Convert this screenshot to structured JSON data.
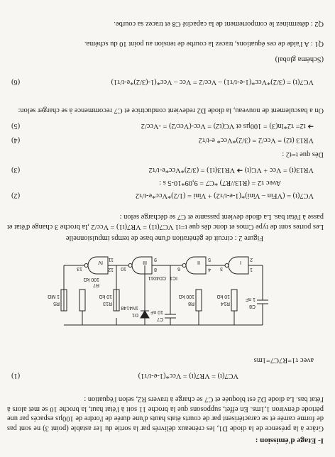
{
  "section": {
    "heading": "I-    Etage d'émission :",
    "intro": "Grâce à la présence de la diode D1, les créneaux délivrés par la sortie du 1er astable (point 3) ne sont pas de forme carrée et se caractérisent par de courts états hauts d'une durée de l'ordre de 100µs espacés par une période d'environ 1,1ms. En effet, supposons que la broche 11 soit à l'état haut, la broche 10 se met alors à l'état bas. La diode D2 est bloquée et C7 se charge à travers R2, selon l'équation :"
  },
  "equations": {
    "eq1": "VC7(t) = VR7(t) = Vcc*(1-e-t/τ1)",
    "eq1_num": "(1)",
    "tau_note": "avec  τ1=R7C7=1ms",
    "eq2": "VC7(t) = (VFin – Vini)*(1-e-t/τ2) + Vini  = (1/2)*Vcc*e-t/τ2",
    "eq2_num": "(2)",
    "tau2": "Avec τ2 = (R13//R7) *C7 = 9,09*10-5 s :",
    "eq3": "VR13(t) = Vcc + VC(t)  ➔ VR13(t1) = (3/2)*Vcc*e-t/τ2",
    "eq3_num": "(3)",
    "des_que": "Dès que t=t2 :",
    "eq4": "VR13 (t2) = Vcc/2 = (3/2)*Vcc* e-t/τ2",
    "eq4_num": "(4)",
    "eq5": "➔ t2= τ2*ln(3) = 100µs et      VC(t2) = Vcc-(Vcc/2) = -Vcc/2",
    "eq5_num": "(5)",
    "eq6": "VC7(t) = (3/2)*Vcc*(1-e-t/τ1) – Vcc/2 = Vcc – Vcc*(1-(3/2)*e-t/τ1)",
    "eq6_num": "(6)"
  },
  "paragraphs": {
    "p2": "Les portes sont de type Cmos et donc dès que t=t1 VC7(t1) = VR7(t1) = Vcc/2 ,la broche 3 change d'état et passe à l'état bas. La diode devient passante et C7 se décharge selon :",
    "p3": "On a basculement de nouveau, la diode D2 redevient conductrice et C7 recommence à se charger selon:",
    "schema": "(Schéma global)",
    "q1": "Q1 : A l'aide de ces équations, tracez la courbe de tension au point 10 du schéma.",
    "q2": "Q2 : déterminez le comportement de la capacité C8 et tracez sa courbe."
  },
  "figure": {
    "caption": "Figure 2 : circuit de génération d'une base de temps impulsionnelle",
    "ic_name": "IC1",
    "ic_part": "CD4011",
    "gates": [
      "I",
      "II",
      "III",
      "IV"
    ],
    "pins": [
      "1",
      "2",
      "3",
      "4",
      "5",
      "6",
      "8",
      "9",
      "10",
      "11",
      "12",
      "13"
    ],
    "components": {
      "c8": "C8",
      "c8_val": "1 nF",
      "r14": "R14",
      "r14_val": "10 kΩ",
      "r8": "R8",
      "r8_val": "100 kΩ",
      "c7": "C7",
      "c7_val": "10 nF",
      "d1": "D1",
      "d1_val": "1N4148",
      "r13": "R13",
      "r13_val": "10 kΩ",
      "r7": "R7",
      "r7_val": "100 kΩ",
      "r5": "R5",
      "r5_val": "1 MΩ"
    }
  }
}
